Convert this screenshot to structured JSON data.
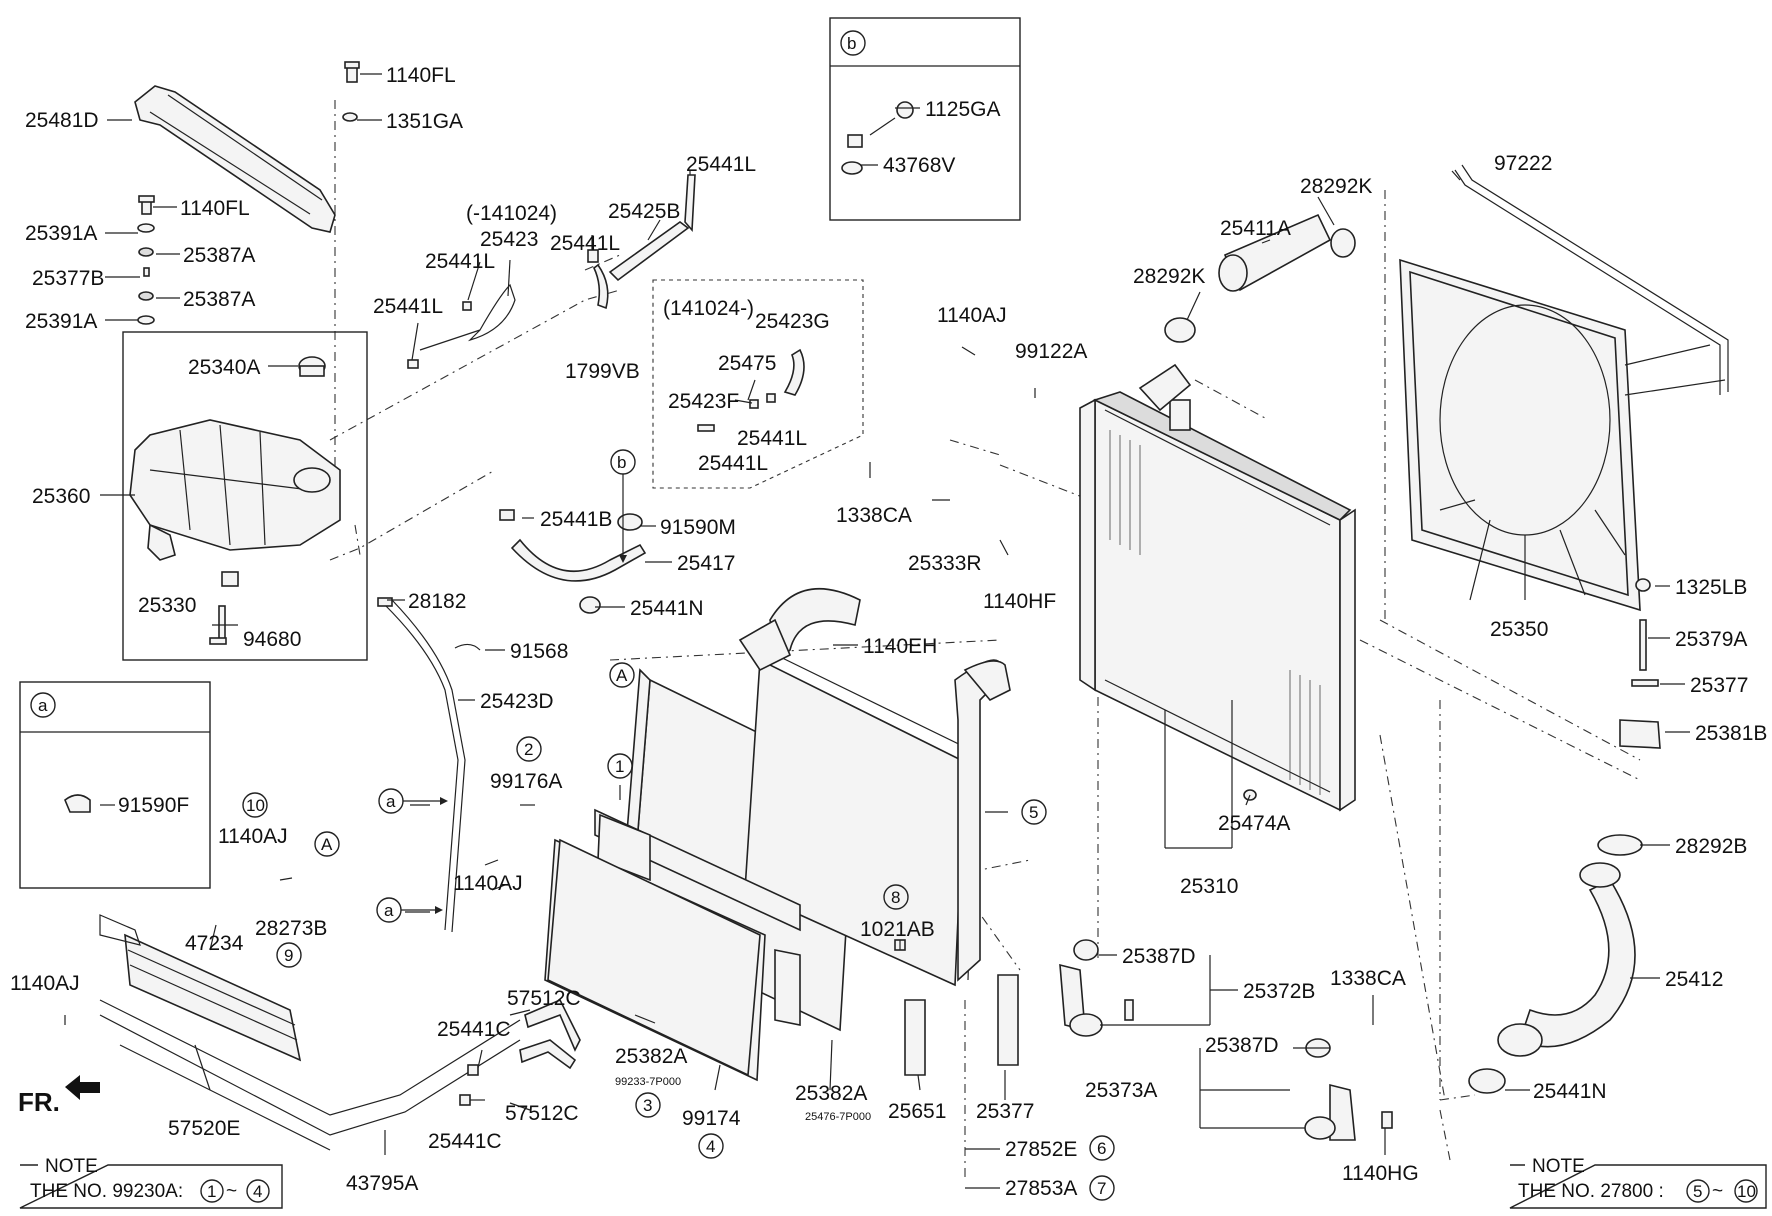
{
  "labels": {
    "p25481D": "25481D",
    "p1140FL_a": "1140FL",
    "p1351GA": "1351GA",
    "p1140FL_b": "1140FL",
    "p25391A_a": "25391A",
    "p25387A_a": "25387A",
    "p25377B": "25377B",
    "p25387A_b": "25387A",
    "p25391A_b": "25391A",
    "p25340A": "25340A",
    "p25360": "25360",
    "p25330": "25330",
    "p94680": "94680",
    "p141024a": "(-141024)",
    "p25423": "25423",
    "p25441L_a": "25441L",
    "p25441L_b": "25441L",
    "p25441L_c": "25441L",
    "p25425B": "25425B",
    "p25441L_d": "25441L",
    "p1799VB": "1799VB",
    "p141024b": "(141024-)",
    "p25423G": "25423G",
    "p25475": "25475",
    "p25423F": "25423F",
    "p25441L_e": "25441L",
    "p25441L_f": "25441L",
    "p1125GA": "1125GA",
    "p43768V": "43768V",
    "p97222": "97222",
    "p28292K_a": "28292K",
    "p25411A": "25411A",
    "p28292K_b": "28292K",
    "p1140AJ_a": "1140AJ",
    "p99122A": "99122A",
    "p1338CA_a": "1338CA",
    "p25333R": "25333R",
    "p1140HF": "1140HF",
    "p25441B": "25441B",
    "p91590M": "91590M",
    "p25417": "25417",
    "p25441N_a": "25441N",
    "p28182": "28182",
    "p91568": "91568",
    "p25423D": "25423D",
    "p1140EH": "1140EH",
    "p1325LB": "1325LB",
    "p25350": "25350",
    "p25379A": "25379A",
    "p25377_a": "25377",
    "p25381B": "25381B",
    "p91590F": "91590F",
    "p99176A": "99176A",
    "p1140AJ_b": "1140AJ",
    "p1140AJ_c": "1140AJ",
    "p28273B": "28273B",
    "p25474A": "25474A",
    "p25310": "25310",
    "p28292B": "28292B",
    "p1021AB": "1021AB",
    "p25387D_a": "25387D",
    "p25372B": "25372B",
    "p1338CA_b": "1338CA",
    "p25412": "25412",
    "p47234": "47234",
    "p1140AJ_d": "1140AJ",
    "p57512C_a": "57512C",
    "p25441C_a": "25441C",
    "p25382A_a": "25382A",
    "p99233": "99233-7P000",
    "p57512C_b": "57512C",
    "p25441C_b": "25441C",
    "p57520E": "57520E",
    "p43795A": "43795A",
    "p99174": "99174",
    "p25382A_b": "25382A",
    "p25476": "25476-7P000",
    "p25651": "25651",
    "p25377_b": "25377",
    "p27852E": "27852E",
    "p27853A": "27853A",
    "p25387D_b": "25387D",
    "p25373A": "25373A",
    "p1140HG": "1140HG",
    "p25441N_b": "25441N",
    "fr": "FR."
  },
  "callouts": {
    "c1": "1",
    "c2": "2",
    "c3": "3",
    "c4": "4",
    "c5": "5",
    "c6": "6",
    "c7": "7",
    "c8": "8",
    "c9": "9",
    "c10": "10",
    "a_head": "a",
    "b_head": "b",
    "a_ref1": "a",
    "a_ref2": "a",
    "b_ref": "b",
    "A_ref1": "A",
    "A_ref2": "A"
  },
  "notes": {
    "left_title": "NOTE",
    "left_text": "THE NO. 99230A:",
    "left_range_a": "1",
    "left_range_sep": "~",
    "left_range_b": "4",
    "right_title": "NOTE",
    "right_text": "THE NO. 27800   :",
    "right_range_a": "5",
    "right_range_sep": "~",
    "right_range_b": "10"
  }
}
